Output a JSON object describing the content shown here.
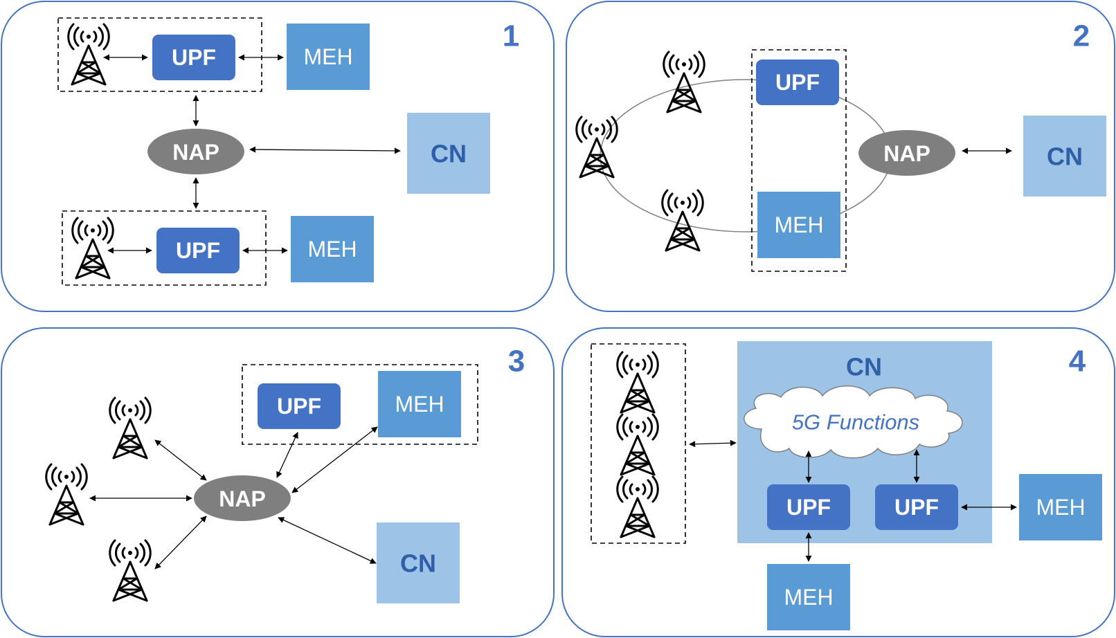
{
  "colors": {
    "border": "#4472c4",
    "upf": "#4472c4",
    "meh": "#5b9bd5",
    "cn": "#9dc3e6",
    "nap": "#7f7f7f",
    "panel_number": "#4472c4",
    "cn_text": "#2e5fa8"
  },
  "icons": {
    "antenna": "radio-tower-icon"
  },
  "panels": [
    {
      "number": "1",
      "upf_top": "UPF",
      "meh_top": "MEH",
      "nap": "NAP",
      "cn": "CN",
      "upf_bottom": "UPF",
      "meh_bottom": "MEH"
    },
    {
      "number": "2",
      "upf": "UPF",
      "meh": "MEH",
      "nap": "NAP",
      "cn": "CN"
    },
    {
      "number": "3",
      "upf": "UPF",
      "meh": "MEH",
      "nap": "NAP",
      "cn": "CN"
    },
    {
      "number": "4",
      "cn": "CN",
      "functions": "5G Functions",
      "upf_left": "UPF",
      "upf_right": "UPF",
      "meh_bottom": "MEH",
      "meh_right": "MEH"
    }
  ]
}
